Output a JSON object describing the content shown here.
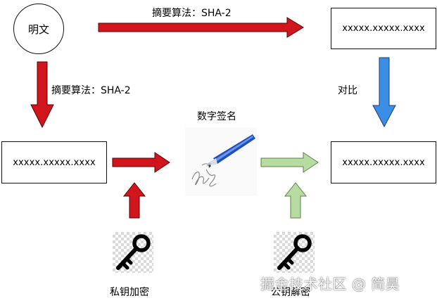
{
  "nodes": {
    "plaintext": "明文",
    "digest_top": "xxxxx.xxxxx.xxxx",
    "digest_left": "xxxxx.xxxxx.xxxx",
    "digest_right": "xxxxx.xxxxx.xxxx"
  },
  "labels": {
    "hash_top": "摘要算法：SHA-2",
    "hash_left": "摘要算法：SHA-2",
    "compare": "对比",
    "signature": "数字签名",
    "private_key": "私钥加密",
    "public_key": "公钥解密"
  },
  "watermark": "掘金技术社区 @ 简昊",
  "colors": {
    "red_arrow": "#d0161c",
    "blue_arrow": "#3b8ee6",
    "green_arrow": "#b7dca2",
    "key": "#000000"
  },
  "icons": [
    "pen-signature-icon",
    "key-icon",
    "key-icon"
  ]
}
